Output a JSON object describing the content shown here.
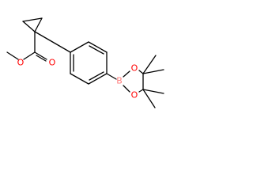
{
  "molecule": {
    "atoms": {
      "o_carbonyl": "O",
      "o_ester": "O",
      "b": "B",
      "o_upper": "O",
      "o_lower": "O"
    },
    "colors": {
      "bond": "#000000",
      "oxygen": "#ff0000",
      "boron": "#ff7f7f"
    }
  }
}
